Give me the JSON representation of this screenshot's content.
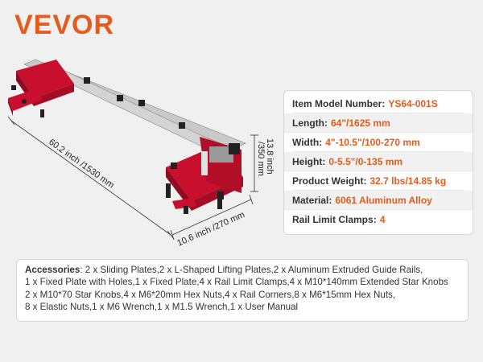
{
  "brand": {
    "logo_text": "VEVOR"
  },
  "dimensions": {
    "length": "60.2 inch /1530 mm",
    "width": "10.6 inch /270 mm",
    "height_a": "13.8 inch",
    "height_b": "/350 mm"
  },
  "specs": [
    {
      "label": "Item Model Number:",
      "value": "YS64-001S"
    },
    {
      "label": "Length:",
      "value": "64\"/1625 mm"
    },
    {
      "label": "Width:",
      "value": "4\"-10.5\"/100-270 mm"
    },
    {
      "label": "Height:",
      "value": "0-5.5\"/0-135 mm"
    },
    {
      "label": "Product Weight:",
      "value": "32.7 lbs/14.85 kg"
    },
    {
      "label": "Material:",
      "value": "6061 Aluminum Alloy"
    },
    {
      "label": "Rail Limit Clamps:",
      "value": "4"
    }
  ],
  "accessories": {
    "title": "Accessories",
    "lines": [
      ": 2 x Sliding Plates,2 x L-Shaped Lifting Plates,2 x Aluminum Extruded Guide Rails,",
      "1 x Fixed Plate with Holes,1 x Fixed Plate,4 x Rail Limit Clamps,4 x M10*140mm Extended Star Knobs",
      "2 x M10*70 Star Knobs,4 x M6*20mm Hex Nuts,4 x Rail Corners,8 x M6*15mm Hex Nuts,",
      "8 x Elastic Nuts,1 x M6 Wrench,1 x M1.5 Wrench,1 x User Manual"
    ]
  },
  "colors": {
    "brand": "#e85a1a",
    "frame": "#c8102e",
    "rail": "#c9c9c9"
  }
}
